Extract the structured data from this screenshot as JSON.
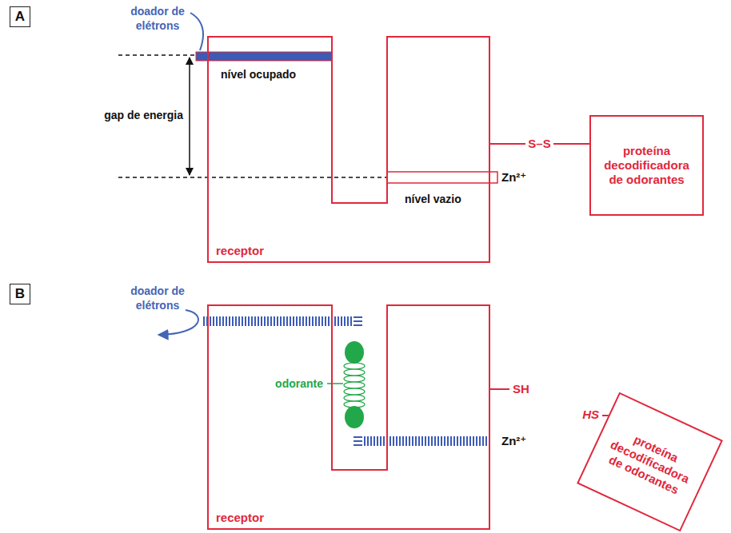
{
  "diagram": {
    "nodes": [
      {
        "text": [
          "A"
        ]
      },
      {
        "text": [
          "receptor"
        ]
      },
      {
        "text": [
          "proteína decodificadora de odorantes"
        ]
      },
      {
        "text": [
          "B"
        ]
      },
      {
        "text": [
          "receptor"
        ]
      },
      {
        "text": [
          "proteína decodificadora de odorantes"
        ]
      }
    ],
    "edges": [
      {
        "from": 1,
        "to": 2,
        "arrow": "none",
        "label": "S–S"
      }
    ],
    "labels": [
      "doador de elétrons",
      "gap de energia",
      "nível ocupado",
      "nível vazio",
      "Zn²⁺",
      "doador de elétrons",
      "odorante",
      "SH",
      "HS",
      "Zn²⁺"
    ]
  }
}
